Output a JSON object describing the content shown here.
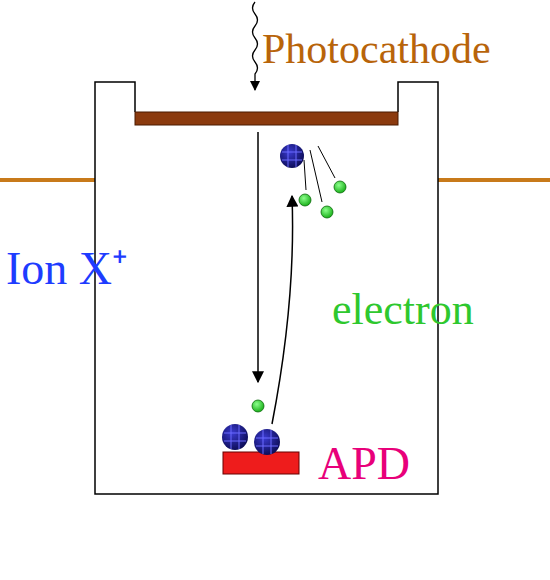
{
  "diagram": {
    "labels": [
      "Photocathode",
      "Ion X⁺",
      "electron",
      "APD"
    ]
  }
}
